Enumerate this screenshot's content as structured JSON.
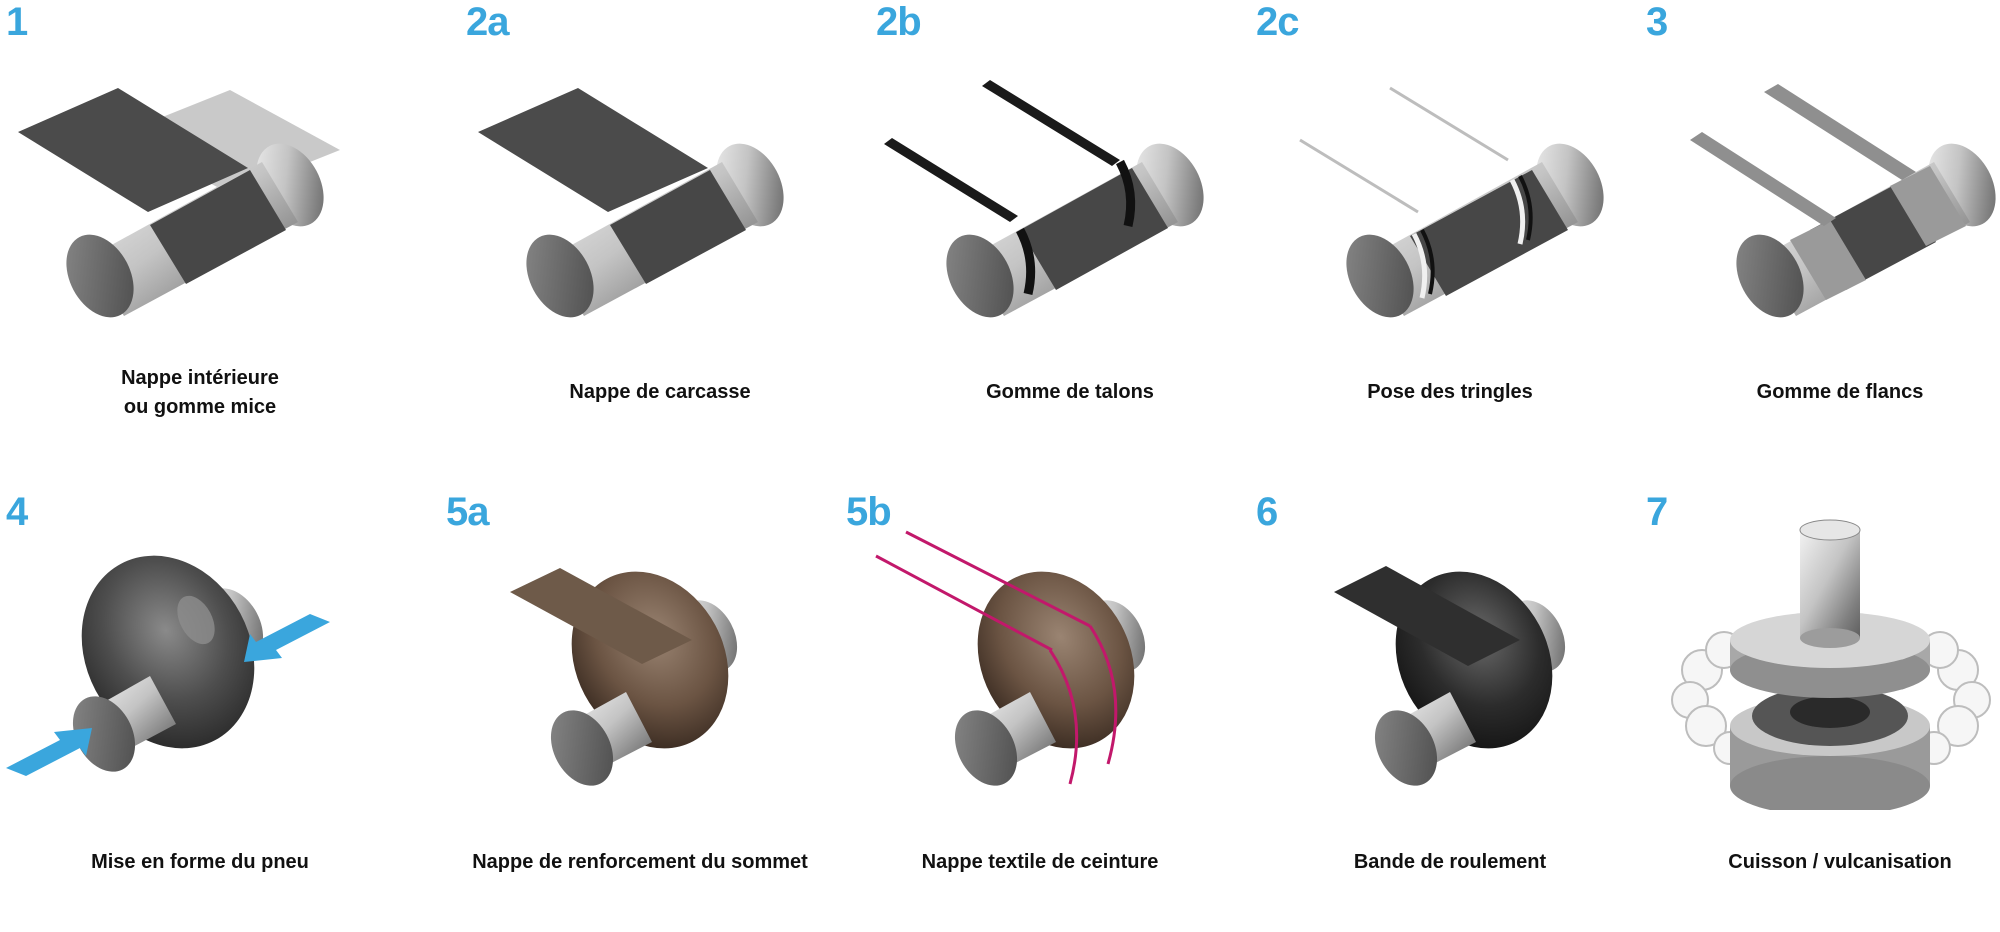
{
  "steps": [
    {
      "id": "1",
      "caption": [
        "Nappe intérieure",
        "ou gomme mice"
      ]
    },
    {
      "id": "2a",
      "caption": [
        "Nappe de carcasse"
      ]
    },
    {
      "id": "2b",
      "caption": [
        "Gomme de talons"
      ]
    },
    {
      "id": "2c",
      "caption": [
        "Pose des tringles"
      ]
    },
    {
      "id": "3",
      "caption": [
        "Gomme de flancs"
      ]
    },
    {
      "id": "4",
      "caption": [
        "Mise en forme du pneu"
      ]
    },
    {
      "id": "5a",
      "caption": [
        "Nappe de renforcement du sommet"
      ]
    },
    {
      "id": "5b",
      "caption": [
        "Nappe textile de ceinture"
      ]
    },
    {
      "id": "6",
      "caption": [
        "Bande de roulement"
      ]
    },
    {
      "id": "7",
      "caption": [
        "Cuisson / vulcanisation"
      ]
    }
  ],
  "colors": {
    "step_number": "#3aa6dd",
    "arrow": "#3aa6dd",
    "drum_metal": "#c9c9c9",
    "dark_ply": "#4a4a4a",
    "crown_ply": "#6e5a49",
    "textile_edge": "#c2186b",
    "tread": "#2b2b2b"
  }
}
